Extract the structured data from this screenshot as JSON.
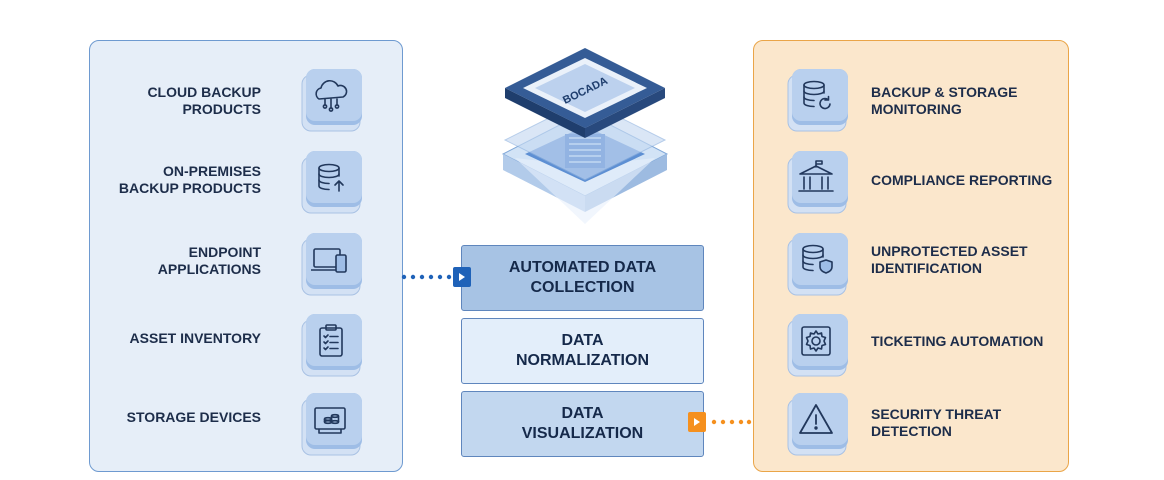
{
  "sources": {
    "items": [
      {
        "label": "CLOUD BACKUP\nPRODUCTS",
        "icon": "cloud-network-icon"
      },
      {
        "label": "ON-PREMISES\nBACKUP PRODUCTS",
        "icon": "database-upload-icon"
      },
      {
        "label": "ENDPOINT\nAPPLICATIONS",
        "icon": "laptop-phone-icon"
      },
      {
        "label": "ASSET INVENTORY",
        "icon": "checklist-clipboard-icon"
      },
      {
        "label": "STORAGE DEVICES",
        "icon": "storage-device-icon"
      }
    ]
  },
  "center": {
    "logo_text": "BOCADA",
    "stages": [
      {
        "label": "AUTOMATED DATA\nCOLLECTION"
      },
      {
        "label": "DATA\nNORMALIZATION"
      },
      {
        "label": "DATA\nVISUALIZATION"
      }
    ]
  },
  "outputs": {
    "items": [
      {
        "label": "BACKUP & STORAGE\nMONITORING",
        "icon": "database-refresh-icon"
      },
      {
        "label": "COMPLIANCE REPORTING",
        "icon": "government-building-icon"
      },
      {
        "label": "UNPROTECTED ASSET\nIDENTIFICATION",
        "icon": "database-shield-icon"
      },
      {
        "label": "TICKETING AUTOMATION",
        "icon": "gear-icon"
      },
      {
        "label": "SECURITY THREAT\nDETECTION",
        "icon": "warning-triangle-icon"
      }
    ]
  },
  "colors": {
    "left_panel_bg": "#e6eef8",
    "left_panel_border": "#6e9ad0",
    "right_panel_bg": "#fbe7cc",
    "right_panel_border": "#eaa548",
    "accent_blue": "#1f62b8",
    "accent_orange": "#f5901e",
    "text_dark": "#1d2d4a"
  }
}
